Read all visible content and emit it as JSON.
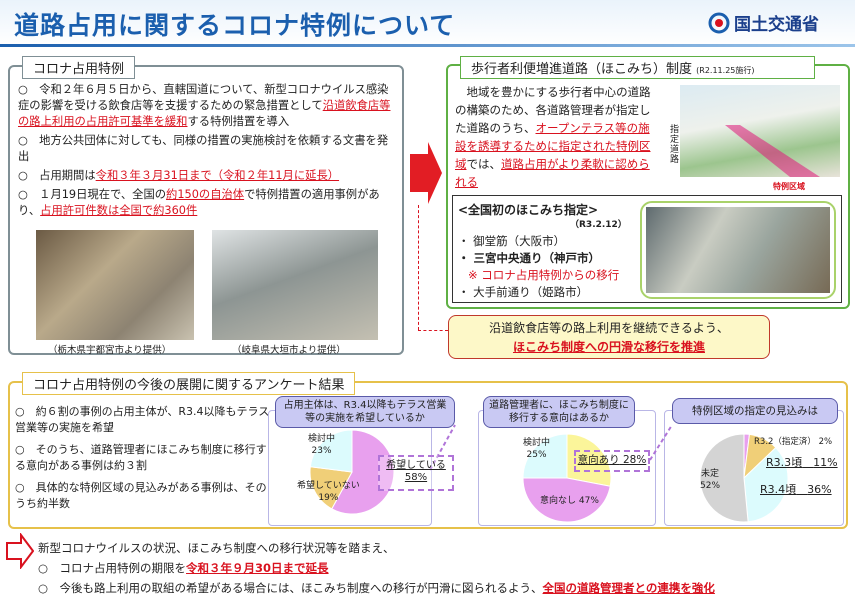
{
  "header": {
    "title": "道路占用に関するコロナ特例について",
    "logo_text": "国土交通省"
  },
  "corona": {
    "tab": "コロナ占用特例",
    "b1": {
      "pre": "○　令和２年６月５日から、直轄国道について、新型コロナウイルス感染症の影響を受ける飲食店等を支援するための緊急措置として",
      "red": "沿道飲食店等の路上利用の占用許可基準を緩和",
      "post": "する特例措置を導入"
    },
    "b2": "○　地方公共団体に対しても、同様の措置の実施検討を依頼する文書を発出",
    "b3": {
      "pre": "○　占用期間は",
      "red": "令和３年３月31日まで（令和２年11月に延長）"
    },
    "b4": {
      "pre": "○　１月19日現在で、全国の",
      "red1": "約150の自治体",
      "mid": "で特例措置の適用事例があり、",
      "red2": "占用許可件数は全国で約360件"
    },
    "photo1_caption": "（栃木県宇都宮市より提供）",
    "photo2_caption": "（岐阜県大垣市より提供）"
  },
  "hokomichi": {
    "tab": "歩行者利便増進道路（ほこみち）制度",
    "tab_note": "(R2.11.25施行)",
    "desc": {
      "pre": "　地域を豊かにする歩行者中心の道路の構築のため、各道路管理者が指定した道路のうち、",
      "red1": "オープンテラス等の施設を誘導するために指定された特例区域",
      "mid": "では、",
      "red2": "道路占用がより柔軟に認められる"
    },
    "illus_label_road": "指定道路",
    "illus_label_zone": "特例区域",
    "first_title": "<全国初のほこみち指定>",
    "first_date": "（R3.2.12）",
    "items": [
      "・ 御堂筋（大阪市）",
      "・ 三宮中央通り（神戸市）",
      "・ 大手前通り（姫路市）"
    ],
    "note": "※ コロナ占用特例からの移行"
  },
  "callout": {
    "line1": "沿道飲食店等の路上利用を継続できるよう、",
    "line2": "ほこみち制度への円滑な移行を推進"
  },
  "survey": {
    "tab": "コロナ占用特例の今後の展開に関するアンケート結果",
    "points": [
      "○　約６割の事例の占用主体が、R3.4以降もテラス営業等の実施を希望",
      "○　そのうち、道路管理者にほこみち制度に移行する意向がある事例は約３割",
      "○　具体的な特例区域の見込みがある事例は、そのうち約半数"
    ]
  },
  "chart_data": [
    {
      "type": "pie",
      "title": "占用主体は、R3.4以降もテラス営業等の実施を希望しているか",
      "slices": [
        {
          "label": "希望している",
          "value": 58,
          "color": "#e8a0ee"
        },
        {
          "label": "希望していない",
          "value": 19,
          "color": "#f0cf78"
        },
        {
          "label": "検討中",
          "value": 23,
          "color": "#dcfbfd"
        }
      ]
    },
    {
      "type": "pie",
      "title": "道路管理者に、ほこみち制度に移行する意向はあるか",
      "slices": [
        {
          "label": "意向あり",
          "value": 28,
          "color": "#fbf59a"
        },
        {
          "label": "意向なし",
          "value": 47,
          "color": "#e8a0ee"
        },
        {
          "label": "検討中",
          "value": 25,
          "color": "#dcfbfd"
        }
      ]
    },
    {
      "type": "pie",
      "title": "特例区域の指定の見込みは",
      "slices": [
        {
          "label": "R3.2（指定済）",
          "value": 2,
          "color": "#e8a0ee"
        },
        {
          "label": "R3.3頃",
          "value": 11,
          "color": "#f0cf78"
        },
        {
          "label": "R3.4頃",
          "value": 36,
          "color": "#dcfbfd"
        },
        {
          "label": "未定",
          "value": 52,
          "color": "#d4d4d4"
        }
      ]
    }
  ],
  "conclusion": {
    "lead": "新型コロナウイルスの状況、ほこみち制度への移行状況等を踏まえ、",
    "c1": {
      "pre": "○　コロナ占用特例の期限を",
      "red": "令和３年９月30日まで延長"
    },
    "c2": {
      "pre": "○　今後も路上利用の取組の希望がある場合には、ほこみち制度への移行が円滑に図られるよう、",
      "red": "全国の道路管理者との連携を強化"
    }
  }
}
